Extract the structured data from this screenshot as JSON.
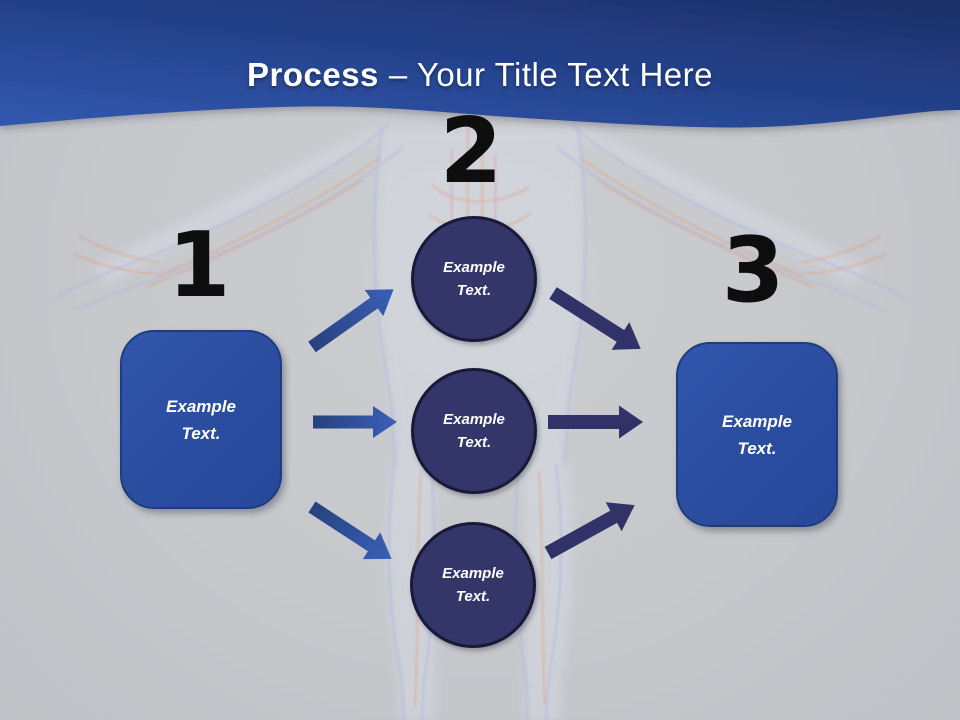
{
  "header": {
    "title_bold": "Process",
    "title_rest": "– Your Title Text Here"
  },
  "steps": [
    {
      "number": "1",
      "label": {
        "line1": "Example",
        "line2": "Text."
      }
    },
    {
      "number": "2"
    },
    {
      "number": "3",
      "label": {
        "line1": "Example",
        "line2": "Text."
      }
    }
  ],
  "circles": [
    {
      "label": {
        "line1": "Example",
        "line2": "Text."
      }
    },
    {
      "label": {
        "line1": "Example",
        "line2": "Text."
      }
    },
    {
      "label": {
        "line1": "Example",
        "line2": "Text."
      }
    }
  ],
  "colors": {
    "header_top": "#1c3068",
    "header_bottom": "#3056ab",
    "box_fill": "#2c50a3",
    "circle_fill": "#34366a",
    "arrow_left_blue": "#2e52a7",
    "arrow_right_navy": "#313268",
    "background_gray": "#c6c8cc",
    "number_color": "#0e0e0e",
    "text_white": "#ffffff"
  }
}
